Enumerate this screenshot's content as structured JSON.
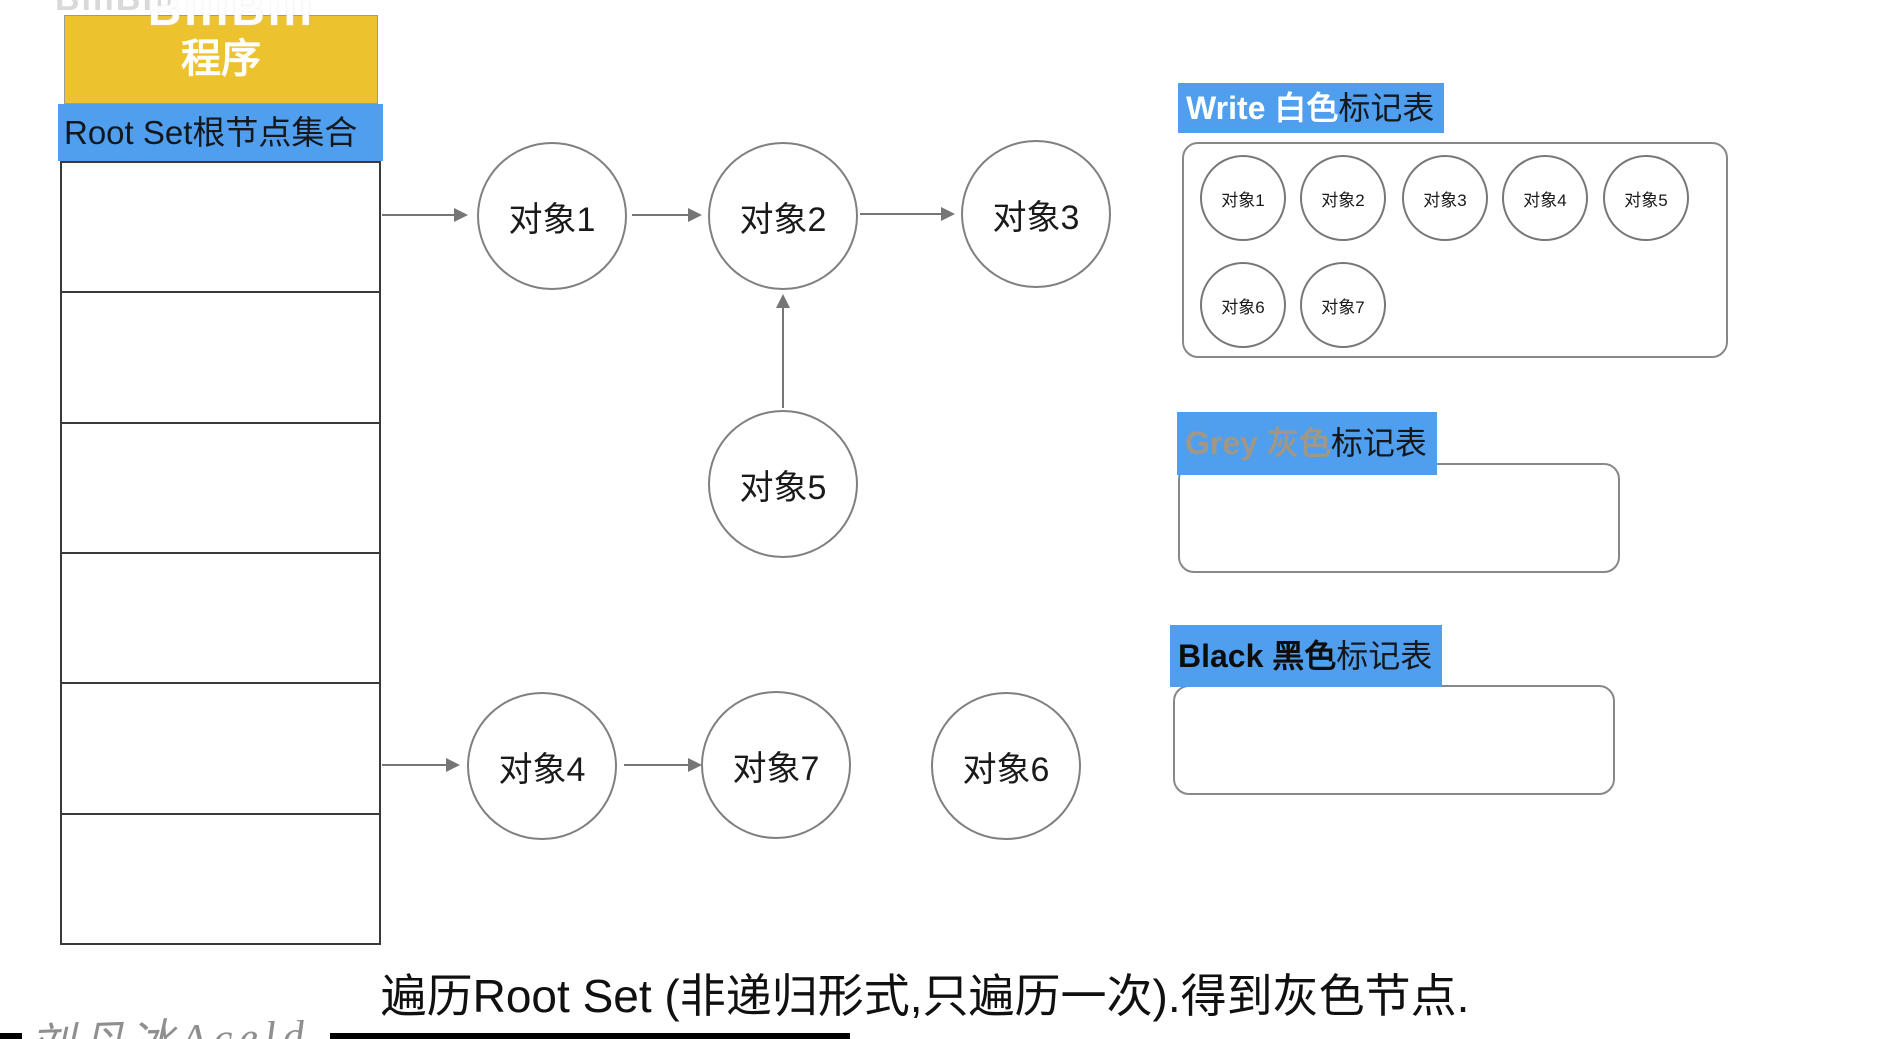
{
  "stack": {
    "header": "程序",
    "root_set_label": "Root Set根节点集合",
    "empty_rows": 6
  },
  "graph": {
    "nodes": [
      "对象1",
      "对象2",
      "对象3",
      "对象5",
      "对象4",
      "对象7",
      "对象6"
    ],
    "edges": [
      "rootset-to-obj1",
      "obj1-to-obj2",
      "obj2-to-obj3",
      "obj5-to-obj2",
      "rootset-to-obj4",
      "obj4-to-obj7"
    ]
  },
  "panels": {
    "white": {
      "label_en": "Write 白色",
      "label_zh": "标记表",
      "rows": [
        [
          "对象1",
          "对象2",
          "对象3",
          "对象4",
          "对象5"
        ],
        [
          "对象6",
          "对象7"
        ]
      ]
    },
    "grey": {
      "label_en": "Grey 灰色",
      "label_zh": "标记表",
      "items": []
    },
    "black": {
      "label_en": "Black 黑色",
      "label_zh": "标记表",
      "items": []
    }
  },
  "caption": "遍历Root Set (非递归形式,只遍历一次).得到灰色节点.",
  "watermarks": {
    "top": "BiliBili",
    "bottom_left": "刘丹冰Aceld"
  },
  "colors": {
    "accent_blue": "#4f9fee",
    "header_yellow": "#ecc32f",
    "grey_label_text": "#a09786",
    "node_border": "#808080",
    "table_line": "#3a3a3a",
    "arrow": "#767676"
  }
}
